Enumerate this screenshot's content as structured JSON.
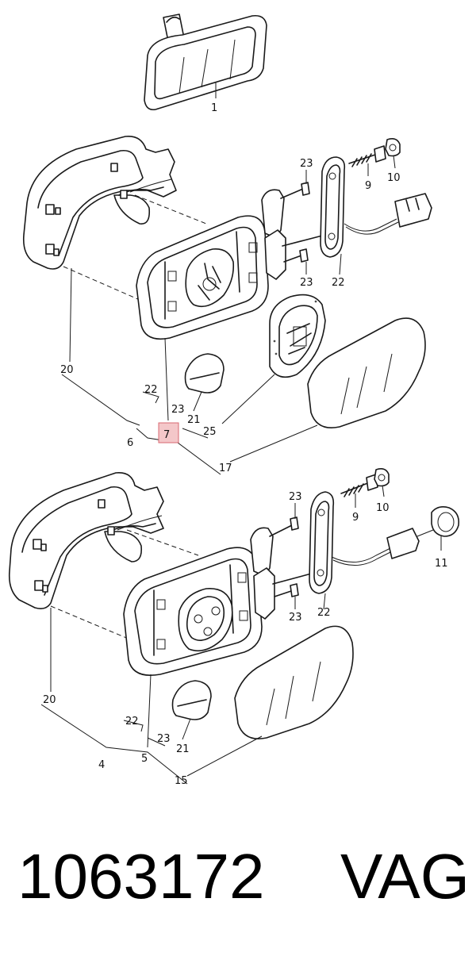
{
  "callouts": {
    "c1": "1",
    "c23a": "23",
    "c9a": "9",
    "c10a": "10",
    "c22a": "22",
    "c23b": "23",
    "c20a": "20",
    "c22b": "22",
    "c23c": "23",
    "c21a": "21",
    "c7": "7",
    "c25": "25",
    "c6": "6",
    "c17": "17",
    "c23d": "23",
    "c9b": "9",
    "c10b": "10",
    "c11": "11",
    "c23e": "23",
    "c22c": "22",
    "c20b": "20",
    "c22d": "22",
    "c23f": "23",
    "c21b": "21",
    "c4": "4",
    "c5": "5",
    "c15": "15"
  },
  "highlighted_callout": "7",
  "colors": {
    "highlight_fill": "#f4c7c9",
    "highlight_stroke": "#d96a72",
    "line": "#1a1a1a"
  },
  "footer": {
    "part_number": "1063172",
    "brand": "VAG"
  }
}
